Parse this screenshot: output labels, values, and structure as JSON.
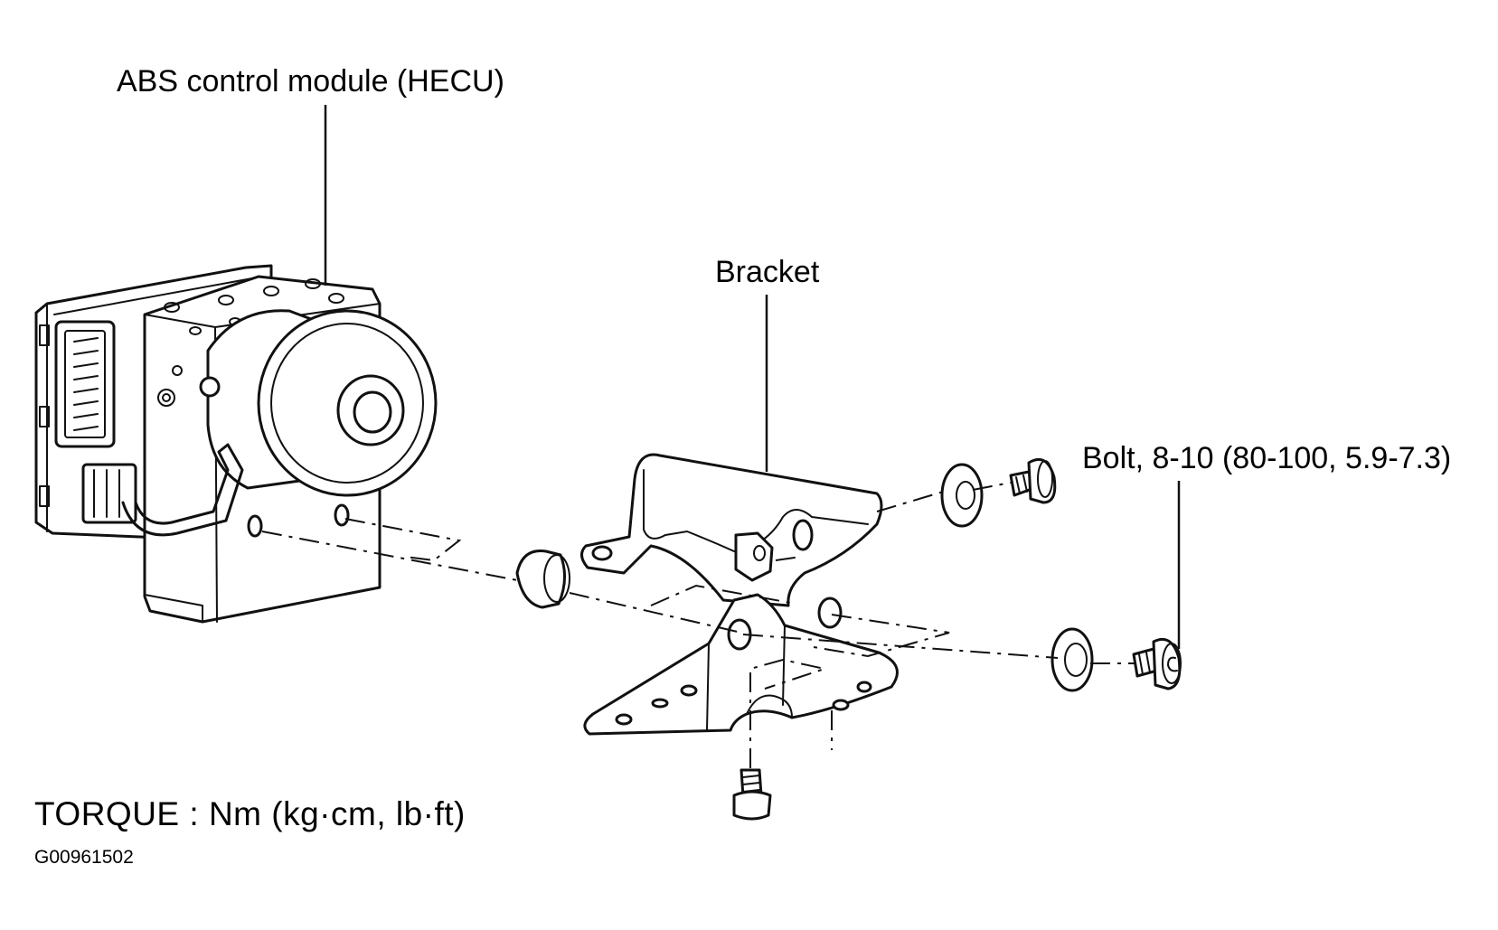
{
  "labels": {
    "hecu": "ABS control module (HECU)",
    "bracket": "Bracket",
    "bolt": "Bolt, 8-10 (80-100, 5.9-7.3)",
    "torque": "TORQUE : Nm (kg·cm, lb·ft)",
    "figure_code": "G00961502"
  }
}
